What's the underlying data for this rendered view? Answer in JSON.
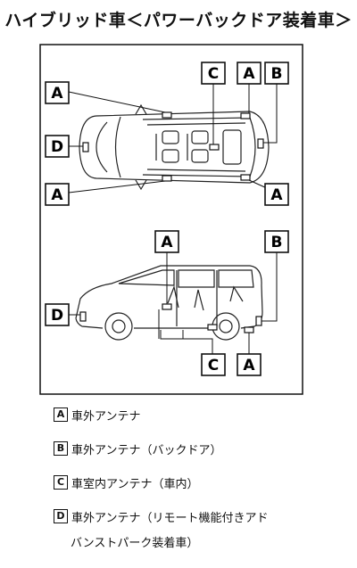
{
  "title": "ハイブリッド車＜パワーバックドア装着車＞",
  "callouts": {
    "a": "A",
    "b": "B",
    "c": "C",
    "d": "D"
  },
  "legend": [
    {
      "key": "A",
      "text": "車外アンテナ"
    },
    {
      "key": "B",
      "text": "車外アンテナ（バックドア）"
    },
    {
      "key": "C",
      "text": "車室内アンテナ（車内）"
    },
    {
      "key": "D",
      "text": "車外アンテナ（リモート機能付きアド",
      "continuation": "バンストパーク装着車）"
    }
  ]
}
